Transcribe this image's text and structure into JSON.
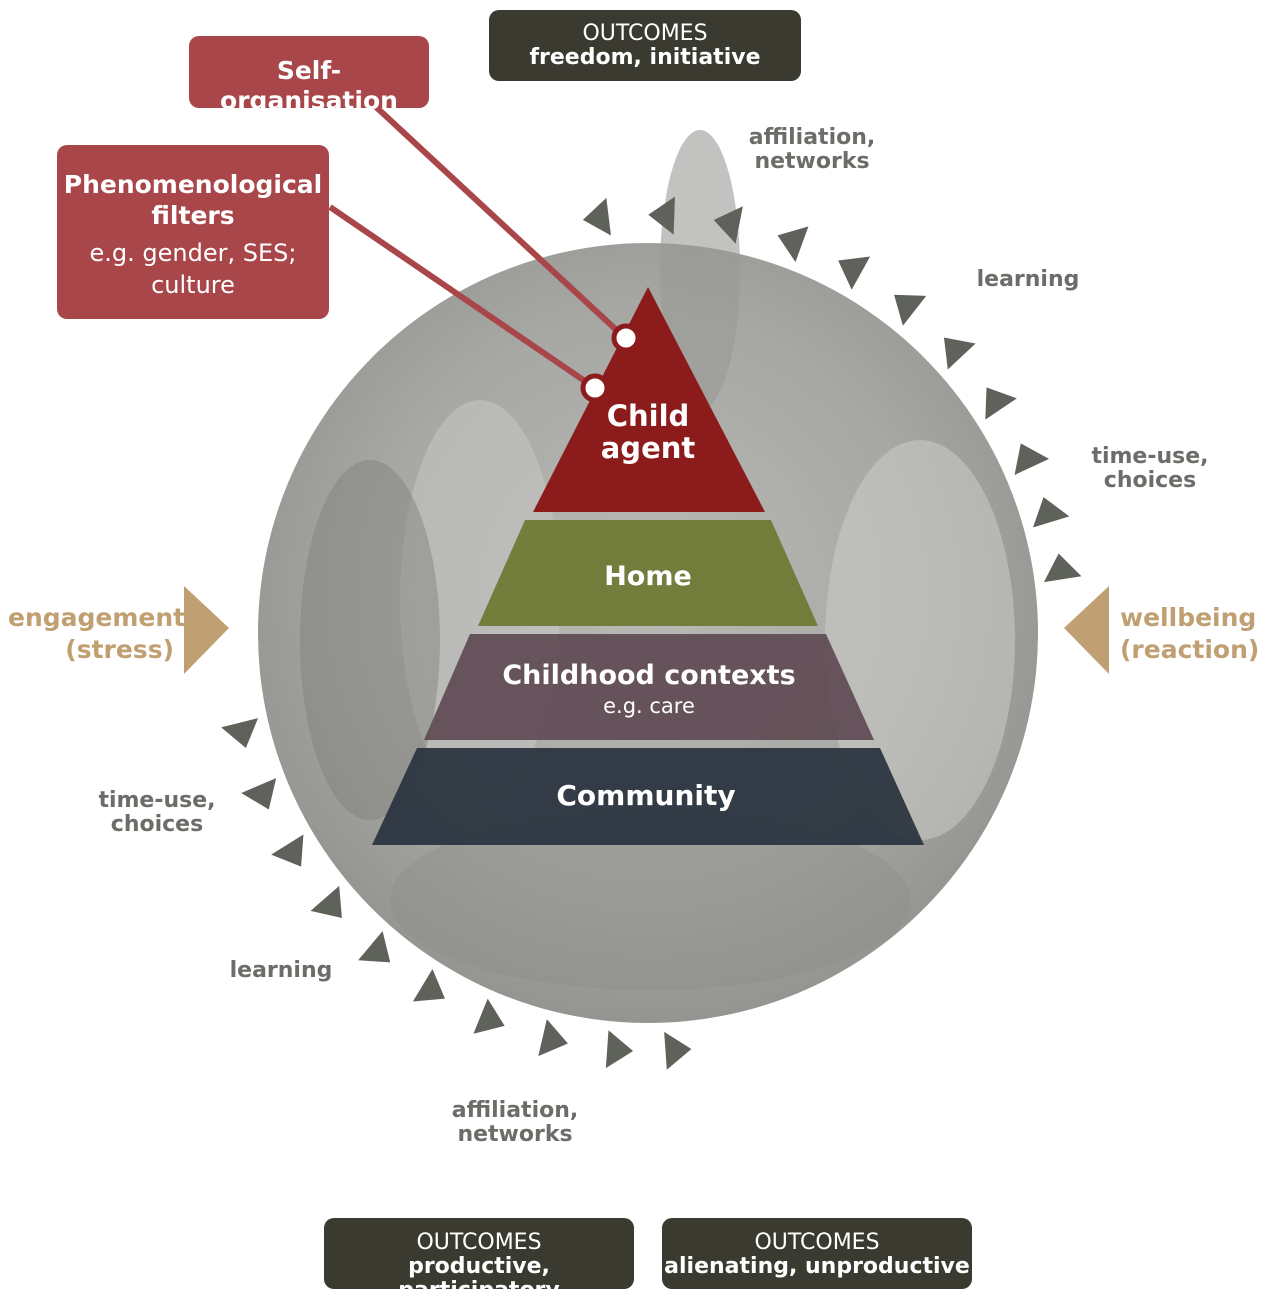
{
  "outcomes_top": {
    "title": "OUTCOMES",
    "sub": "freedom, initiative"
  },
  "outcomes_bottom_left": {
    "title": "OUTCOMES",
    "sub": "productive, participatory"
  },
  "outcomes_bottom_right": {
    "title": "OUTCOMES",
    "sub": "alienating, unproductive"
  },
  "self_organisation": "Self-organisation",
  "phenomenological": {
    "title_1": "Phenomenological",
    "title_2": "filters",
    "sub_1": "e.g. gender, SES;",
    "sub_2": "culture"
  },
  "pyramid": {
    "child_line1": "Child",
    "child_line2": "agent",
    "home": "Home",
    "contexts": "Childhood contexts",
    "contexts_sub": "e.g. care",
    "community": "Community"
  },
  "right_labels": {
    "affiliation_1": "affiliation,",
    "affiliation_2": "networks",
    "learning": "learning",
    "timeuse_1": "time-use,",
    "timeuse_2": "choices"
  },
  "left_labels": {
    "timeuse_1": "time-use,",
    "timeuse_2": "choices",
    "learning": "learning",
    "affiliation_1": "affiliation,",
    "affiliation_2": "networks"
  },
  "engagement_1": "engagement",
  "engagement_2": "(stress)",
  "wellbeing_1": "wellbeing",
  "wellbeing_2": "(reaction)",
  "colors": {
    "dark_box": "#3a3a30",
    "red_box": "#a8464a",
    "child_agent": "#8c1c1c",
    "home": "#6f7a36",
    "contexts": "#5e4a52",
    "community": "#2c3640",
    "arrows": "#5f625a",
    "gold": "#c0a072"
  }
}
